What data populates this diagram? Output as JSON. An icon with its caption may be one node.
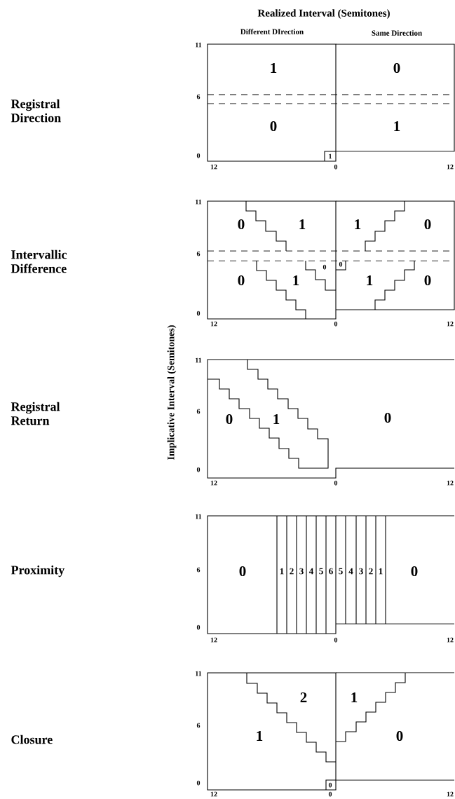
{
  "diagram": {
    "title": "Realized Interval (Semitones)",
    "labels": [
      "Different DIrection",
      "Same Direction",
      "Registral Direction",
      "11",
      "6",
      "0",
      "1",
      "0",
      "0",
      "1",
      "1",
      "12",
      "0",
      "12",
      "Intervallic Difference",
      "11",
      "6",
      "0",
      "0",
      "1",
      "1",
      "0",
      "0",
      "1",
      "0",
      "0",
      "1",
      "0",
      "12",
      "0",
      "12",
      "Registral Return",
      "Implicative Interval (Semitones)",
      "11",
      "6",
      "0",
      "0",
      "1",
      "0",
      "12",
      "0",
      "12",
      "Proximity",
      "11",
      "6",
      "0",
      "0",
      "1",
      "2",
      "3",
      "4",
      "5",
      "6",
      "5",
      "4",
      "3",
      "2",
      "1",
      "0",
      "12",
      "0",
      "12",
      "Closure",
      "11",
      "6",
      "0",
      "2",
      "1",
      "1",
      "0",
      "0",
      "12",
      "0",
      "12"
    ]
  }
}
